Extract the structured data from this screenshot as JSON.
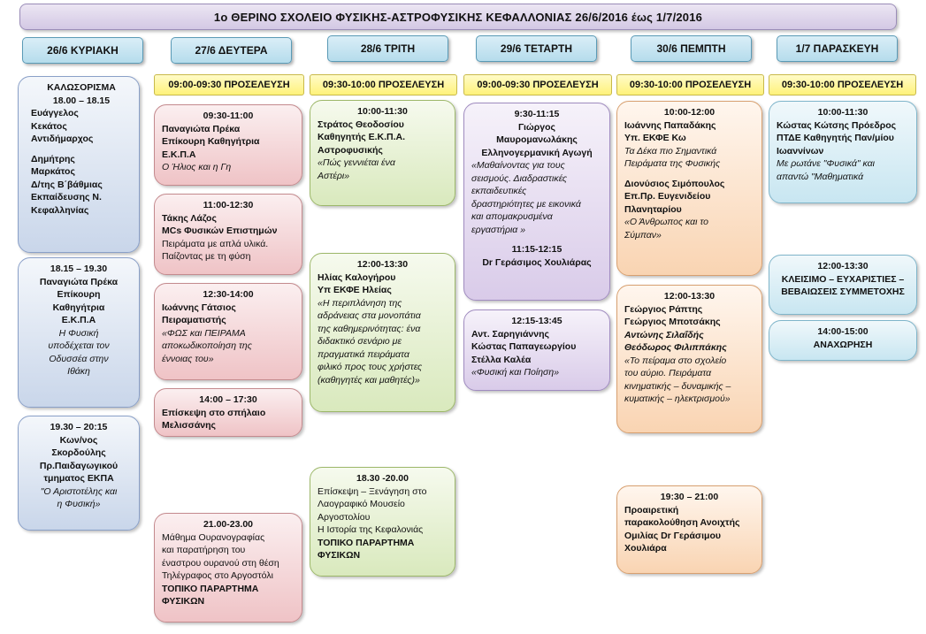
{
  "title": "1ο ΘΕΡΙΝΟ ΣΧΟΛΕΙΟ ΦΥΣΙΚΗΣ-ΑΣΤΡΟΦΥΣΙΚΗΣ ΚΕΦΑΛΛΟΝΙΑΣ 26/6/2016 έως 1/7/2016",
  "days": [
    "26/6 ΚΥΡΙΑΚΗ",
    "27/6 ΔΕΥΤΕΡΑ",
    "28/6 ΤΡΙΤΗ",
    "29/6 ΤΕΤΑΡΤΗ",
    "30/6 ΠΕΜΠΤΗ",
    "1/7 ΠΑΡΑΣΚΕΥΗ"
  ],
  "arrivals": [
    "09:00-09:30 ΠΡΟΣΕΛΕΥΣΗ",
    "09:30-10:00 ΠΡΟΣΕΛΕΥΣΗ",
    "09:00-09:30 ΠΡΟΣΕΛΕΥΣΗ",
    "09:30-10:00 ΠΡΟΣΕΛΕΥΣΗ",
    "09:30-10:00 ΠΡΟΣΕΛΕΥΣΗ"
  ],
  "sun": {
    "b1": [
      "ΚΑΛΩΣΟΡΙΣΜΑ",
      "18.00 – 18.15",
      "Ευάγγελος",
      "Κεκάτος",
      "Αντιδήμαρχος",
      "Δημήτρης",
      "Μαρκάτος",
      "Δ/της Β΄βάθμιας",
      "Εκπαίδευσης Ν.",
      "Κεφαλληνίας"
    ],
    "b2": [
      "18.15 – 19.30",
      "Παναγιώτα Πρέκα",
      "Επίκουρη",
      "Καθηγήτρια",
      "Ε.Κ.Π.Α",
      "Η Φυσική",
      "υποδέχεται τον",
      "Οδυσσέα στην",
      "Ιθάκη"
    ],
    "b3": [
      "19.30 – 20:15",
      "Κων/νος",
      "Σκορδούλης",
      "Πρ.Παιδαγωγικού",
      "τμηματος ΕΚΠΑ",
      "\"Ο Αριστοτέλης και",
      "η Φυσική»"
    ]
  },
  "mon": {
    "b1": [
      "09:30-11:00",
      "Παναγιώτα Πρέκα",
      "Επίκουρη  Καθηγήτρια",
      "Ε.Κ.Π.Α",
      "Ο Ήλιος και η Γη"
    ],
    "b2": [
      "11:00-12:30",
      "Τάκης Λάζος",
      "MCs Φυσικών Επιστημών",
      "Πειράματα με απλά υλικά.",
      "Παίζοντας με τη φύση"
    ],
    "b3": [
      "12:30-14:00",
      "Ιωάννης Γάτσιος",
      "Πειραματιστής",
      "«ΦΩΣ  και  ΠΕΙΡΑΜΑ",
      "αποκωδικοποίηση της",
      "έννοιας του»"
    ],
    "b4": [
      "14:00 – 17:30",
      "Επίσκεψη στο σπήλαιο",
      "Μελισσάνης"
    ],
    "b5": [
      "21.00-23.00",
      "Μάθημα Ουρανογραφίας",
      "και παρατήρηση του",
      "έναστρου ουρανού στη θέση",
      "Τηλέγραφος στο Αργοστόλι",
      "ΤΟΠΙΚΟ ΠΑΡΑΡΤΗΜΑ",
      "ΦΥΣΙΚΩΝ"
    ]
  },
  "tue": {
    "b1": [
      "10:00-11:30",
      "Στράτος Θεοδοσίου",
      "Καθηγητής Ε.Κ.Π.Α.",
      "Αστροφυσικής",
      " «Πώς γεννιέται  ένα",
      "Αστέρι»"
    ],
    "b2": [
      "12:00-13:30",
      "Ηλίας Καλογήρου",
      "Υπ ΕΚΦΕ  Ηλείας",
      "«Η περιπλάνηση της",
      "αδράνειας στα μονοπάτια",
      "της καθημερινότητας: ένα",
      "διδακτικό σενάριο με",
      "πραγματικά πειράματα",
      "φιλικό προς τους χρήστες",
      "(καθηγητές και μαθητές)»"
    ],
    "b3": [
      "18.30 -20.00",
      "Επίσκεψη – Ξενάγηση στο",
      "Λαογραφικό Μουσείο",
      "Αργοστολίου",
      "Η Ιστορία της Κεφαλονιάς",
      "ΤΟΠΙΚΟ ΠΑΡΑΡΤΗΜΑ",
      "ΦΥΣΙΚΩΝ"
    ]
  },
  "wed": {
    "b1": [
      "9:30-11:15",
      "Γιώργος",
      "Μαυρομανωλάκης",
      "Ελληνογερμανική Αγωγή",
      "«Μαθαίνοντας για τους",
      "σεισμούς. Διαδραστικές",
      "εκπαιδευτικές",
      "δραστηριότητες με εικονικά",
      "και απομακρυσμένα",
      "εργαστήρια »",
      "11:15-12:15",
      "Dr  Γεράσιμος Χουλιάρας"
    ],
    "b2": [
      "12:15-13:45",
      "Αντ.  Σαρηγιάννης",
      "Κώστας Παπαγεωργίου",
      "Στέλλα Καλέα",
      "«Φυσική  και Ποίηση»"
    ]
  },
  "thu": {
    "b1": [
      "10:00-12:00",
      "Ιωάννης Παπαδάκης",
      "Υπ. ΕΚΦΕ Κω",
      "Τα Δέκα πιο  Σημαντικά",
      "Πειράματα της Φυσικής",
      "Διονύσιος Σιμόπουλος",
      "Επ.Πρ. Ευγενιδείου",
      "Πλανηταρίου",
      "«Ο Άνθρωπος και το",
      "Σύμπαν»"
    ],
    "b2": [
      "12:00-13:30",
      "Γεώργιος Ράπτης",
      "Γεώργιος Μποτσάκης",
      "Αντώνης Σιλαΐδής",
      "Θεόδωρος Φιλιππάκης",
      "«Το πείραμα στο σχολείο",
      "του αύριο. Πειράματα",
      "κινηματικής – δυναμικής –",
      "κυματικής – ηλεκτρισμού»"
    ],
    "b3": [
      "19:30 – 21:00",
      "Προαιρετική",
      "παρακολούθηση Ανοιχτής",
      "Ομιλίας Dr  Γεράσιμου",
      "Χουλιάρα"
    ]
  },
  "fri": {
    "b1": [
      "10:00-11:30",
      "Κώστας Κώτσης Πρόεδρος",
      "ΠΤΔΕ Καθηγητής Παν/μίου",
      "Ιωαννίνων",
      "Με ρωτάνε \"Φυσικά\" και",
      "απαντώ \"Μαθηματικά"
    ],
    "b2": [
      "12:00-13:30",
      "ΚΛΕΙΣΙΜΟ – ΕΥΧΑΡΙΣΤΙΕΣ –",
      "ΒΕΒΑΙΩΣΕΙΣ ΣΥΜΜΕΤΟΧΗΣ"
    ],
    "b3": [
      "14:00-15:00",
      "ΑΝΑΧΩΡΗΣΗ"
    ]
  }
}
